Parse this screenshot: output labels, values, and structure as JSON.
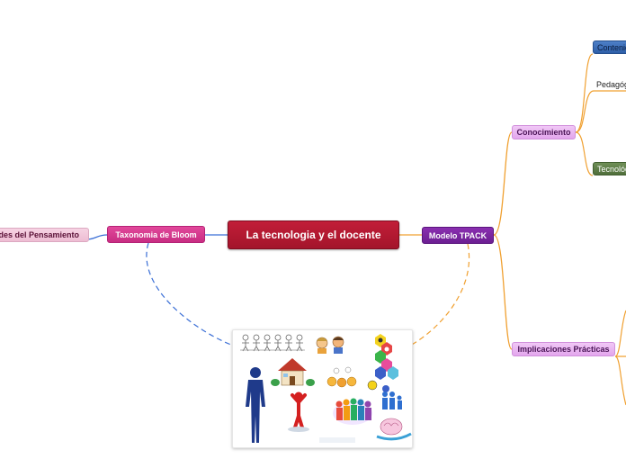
{
  "map": {
    "central": "La tecnologia y el docente",
    "left_branch": "Taxonomia de Bloom",
    "left_sub": "Habilidades del Pensamiento",
    "right_branch": "Modelo TPACK",
    "right_sub_1": "Conocimiento",
    "right_sub_2": "Implicaciones Prácticas",
    "leaf_1": "Contenido",
    "leaf_2": "Pedagógico",
    "leaf_3": "Tecnológico",
    "image_icons": [
      "human-silhouette-icon",
      "house-icon",
      "sketch-people-icon",
      "cartoon-faces-icon",
      "emoji-hexagons-icon",
      "red-figure-icon",
      "team-figures-icon",
      "family-icon",
      "brain-icon"
    ]
  },
  "colors": {
    "central": "#b0182f",
    "bloom": "#d33a8d",
    "tpack": "#7a259f",
    "sub_pink": "#e9b3f1",
    "contenido": "#3a6db8",
    "tecnologico": "#5e7d47",
    "left_link": "#3b6fd6",
    "right_link": "#f0a030"
  }
}
